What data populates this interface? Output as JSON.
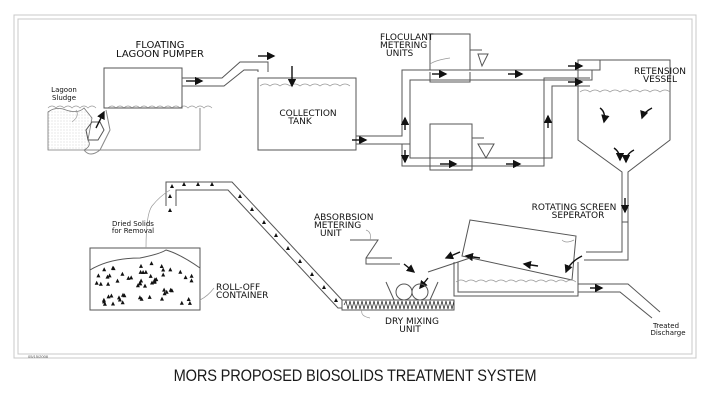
{
  "title": "MORS PROPOSED BIOSOLIDS TREATMENT SYSTEM",
  "date_stamp": "05/15/2008",
  "labels": {
    "floating_lagoon_pumper": [
      "FLOATING",
      "LAGOON PUMPER"
    ],
    "lagoon_sludge": [
      "Lagoon",
      "Sludge"
    ],
    "collection_tank": [
      "COLLECTION",
      "TANK"
    ],
    "floculant_metering_units": [
      "FLOCULANT",
      "METERING",
      "UNITS"
    ],
    "retension_vessel": [
      "RETENSION",
      "VESSEL"
    ],
    "rotating_screen_seperator": [
      "ROTATING SCREEN",
      "SEPERATOR"
    ],
    "absorbsion_metering_unit": [
      "ABSORBSION",
      "METERING",
      "UNIT"
    ],
    "dried_solids": [
      "Dried Solids",
      "for Removal"
    ],
    "roll_off_container": [
      "ROLL-OFF",
      "CONTAINER"
    ],
    "dry_mixing_unit": [
      "DRY MIXING",
      "UNIT"
    ],
    "treated_discharge": [
      "Treated",
      "Discharge"
    ]
  },
  "colors": {
    "line": "#555555",
    "border": "#bbbbbb",
    "ink": "#111111"
  }
}
